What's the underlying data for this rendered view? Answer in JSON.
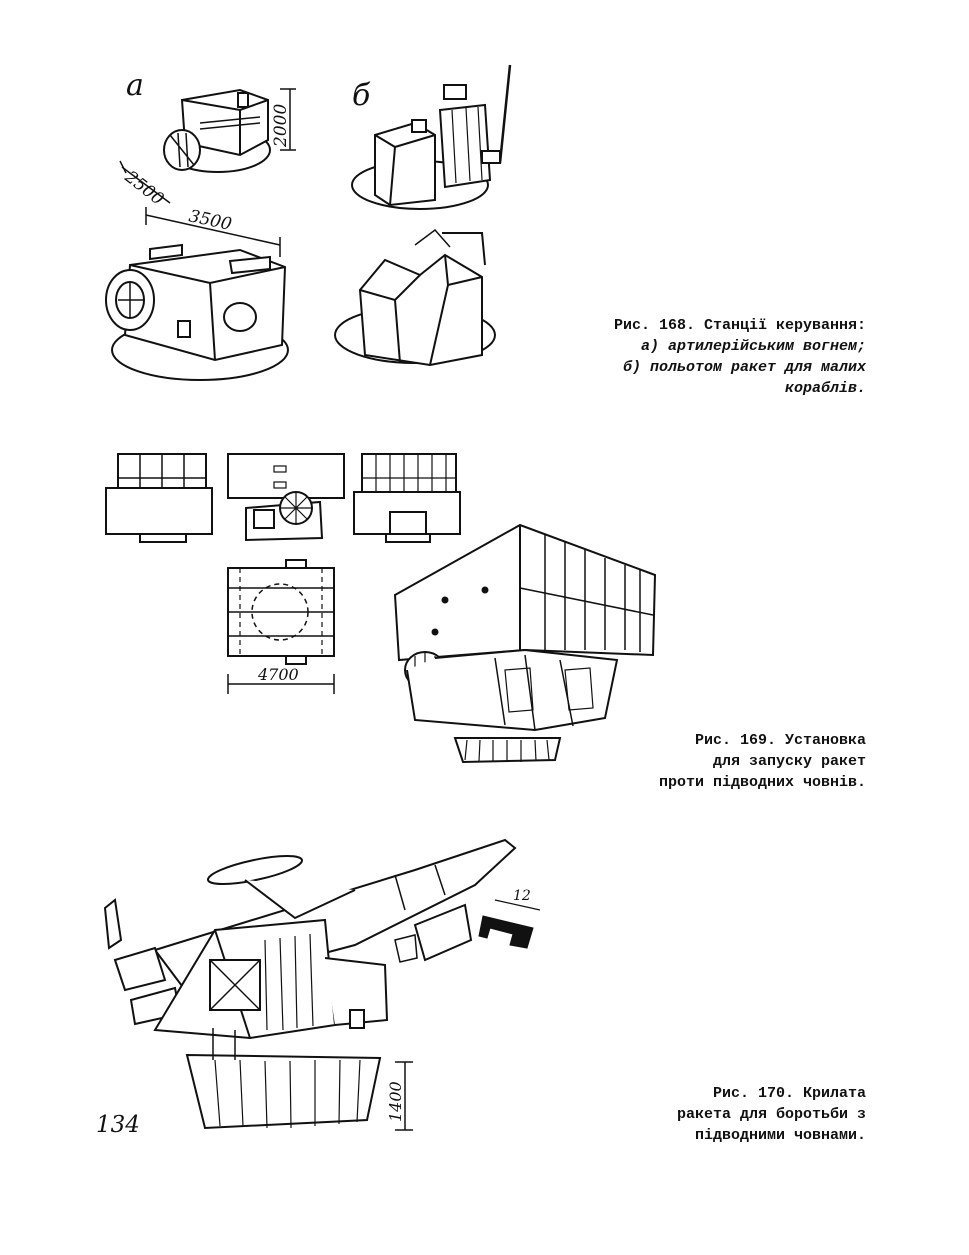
{
  "fig168": {
    "label_a": "а",
    "label_b": "б",
    "dim_top_height": "2000",
    "dim_top_width": "2500",
    "dim_bottom_length": "3500",
    "caption": {
      "line1": "Рис. 168. Станції керування:",
      "line2": "а) артилерійським вогнем;",
      "line3": "б) польотом ракет для малих",
      "line4": "кораблів."
    }
  },
  "fig169": {
    "dim_length": "4700",
    "caption": {
      "line1": "Рис. 169. Установка",
      "line2": "для запуску ракет",
      "line3": "проти підводних човнів."
    }
  },
  "fig170": {
    "dim_height": "1400",
    "dim_detail": "12",
    "caption": {
      "line1": "Рис. 170. Крилата",
      "line2": "ракета для боротьби з",
      "line3": "підводними човнами."
    }
  },
  "page_number": "134"
}
